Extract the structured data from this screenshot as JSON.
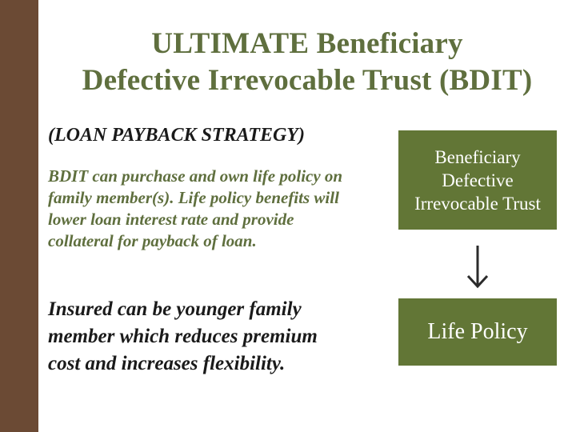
{
  "title": {
    "line1": "ULTIMATE Beneficiary",
    "line2": "Defective Irrevocable Trust (BDIT)"
  },
  "subtitle": "(LOAN PAYBACK STRATEGY)",
  "body": {
    "line1": "BDIT can purchase and own life policy on",
    "line2": "family member(s).  Life policy benefits will",
    "line3": "lower loan interest rate and provide",
    "line4": "collateral for payback of loan."
  },
  "emphasis": {
    "line1": "Insured can be younger family",
    "line2": "member which reduces premium",
    "line3": "cost and increases flexibility."
  },
  "diagram": {
    "trust_box": {
      "line1": "Beneficiary",
      "line2": "Defective",
      "line3": "Irrevocable Trust"
    },
    "policy_box": "Life Policy",
    "arrow_icon": "arrow-down-icon"
  },
  "colors": {
    "sidebar": "#6b4a34",
    "accent_green": "#5f6f3e",
    "box_green": "#627636",
    "text_dark": "#1a1a1a",
    "box_text": "#ffffff"
  }
}
